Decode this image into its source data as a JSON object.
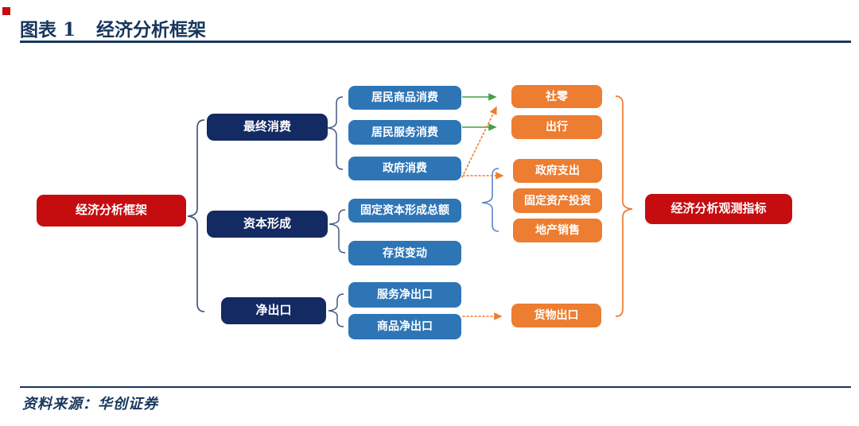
{
  "page": {
    "figure_label": "图表 1",
    "figure_title": "经济分析框架",
    "source_text": "资料来源：华创证券"
  },
  "colors": {
    "title_navy": "#17365d",
    "box_navy": "#132a62",
    "box_blue": "#2e75b6",
    "box_orange": "#ed7d31",
    "box_red": "#c50d10",
    "arrow_green": "#46a046",
    "arrow_orange": "#ed7d31",
    "brace_dark_blue": "#44597f",
    "brace_light_blue": "#5b84cc"
  },
  "diagram": {
    "root": {
      "label": "经济分析框架"
    },
    "target": {
      "label": "经济分析观测指标"
    },
    "categories": [
      {
        "label": "最终消费"
      },
      {
        "label": "资本形成"
      },
      {
        "label": "净出口"
      }
    ],
    "components": [
      {
        "label": "居民商品消费"
      },
      {
        "label": "居民服务消费"
      },
      {
        "label": "政府消费"
      },
      {
        "label": "固定资本形成总额"
      },
      {
        "label": "存货变动"
      },
      {
        "label": "服务净出口"
      },
      {
        "label": "商品净出口"
      }
    ],
    "indicators": [
      {
        "label": "社零"
      },
      {
        "label": "出行"
      },
      {
        "label": "政府支出"
      },
      {
        "label": "固定资产投资"
      },
      {
        "label": "地产销售"
      },
      {
        "label": "货物出口"
      }
    ],
    "edges": [
      {
        "from": "居民商品消费",
        "to": "社零",
        "style": "solid-green"
      },
      {
        "from": "居民服务消费",
        "to": "出行",
        "style": "solid-green"
      },
      {
        "from": "政府消费",
        "to": "社零",
        "style": "dotted-orange-diagonal"
      },
      {
        "from": "政府消费",
        "to": "政府支出",
        "style": "dotted-orange"
      },
      {
        "from": "商品净出口",
        "to": "货物出口",
        "style": "dotted-orange"
      }
    ]
  }
}
